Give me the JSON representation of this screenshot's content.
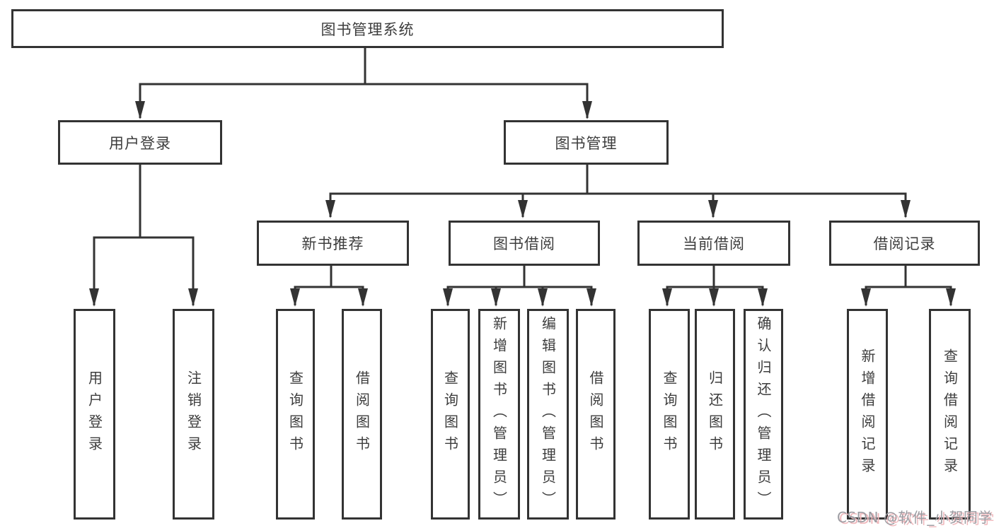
{
  "tree": {
    "root": {
      "label": "图书管理系统",
      "children": [
        {
          "label": "用户登录",
          "children": [
            {
              "label": "用户登录"
            },
            {
              "label": "注销登录"
            }
          ]
        },
        {
          "label": "图书管理",
          "children": [
            {
              "label": "新书推荐",
              "children": [
                {
                  "label": "查询图书"
                },
                {
                  "label": "借阅图书"
                }
              ]
            },
            {
              "label": "图书借阅",
              "children": [
                {
                  "label": "查询图书"
                },
                {
                  "label": "新增图书（管理员）"
                },
                {
                  "label": "编辑图书（管理员）"
                },
                {
                  "label": "借阅图书"
                }
              ]
            },
            {
              "label": "当前借阅",
              "children": [
                {
                  "label": "查询图书"
                },
                {
                  "label": "归还图书"
                },
                {
                  "label": "确认归还（管理员）"
                }
              ]
            },
            {
              "label": "借阅记录",
              "children": [
                {
                  "label": "新增借阅记录"
                },
                {
                  "label": "查询借阅记录"
                }
              ]
            }
          ]
        }
      ]
    }
  },
  "watermark": {
    "text": "CSDN @软件_小贺同学"
  },
  "colors": {
    "line": "#333333",
    "box_border": "#333333",
    "text": "#3d3d3d",
    "background": "#ffffff",
    "watermark_gray": "#9c9ca2",
    "watermark_pink": "#f0b9bd"
  }
}
